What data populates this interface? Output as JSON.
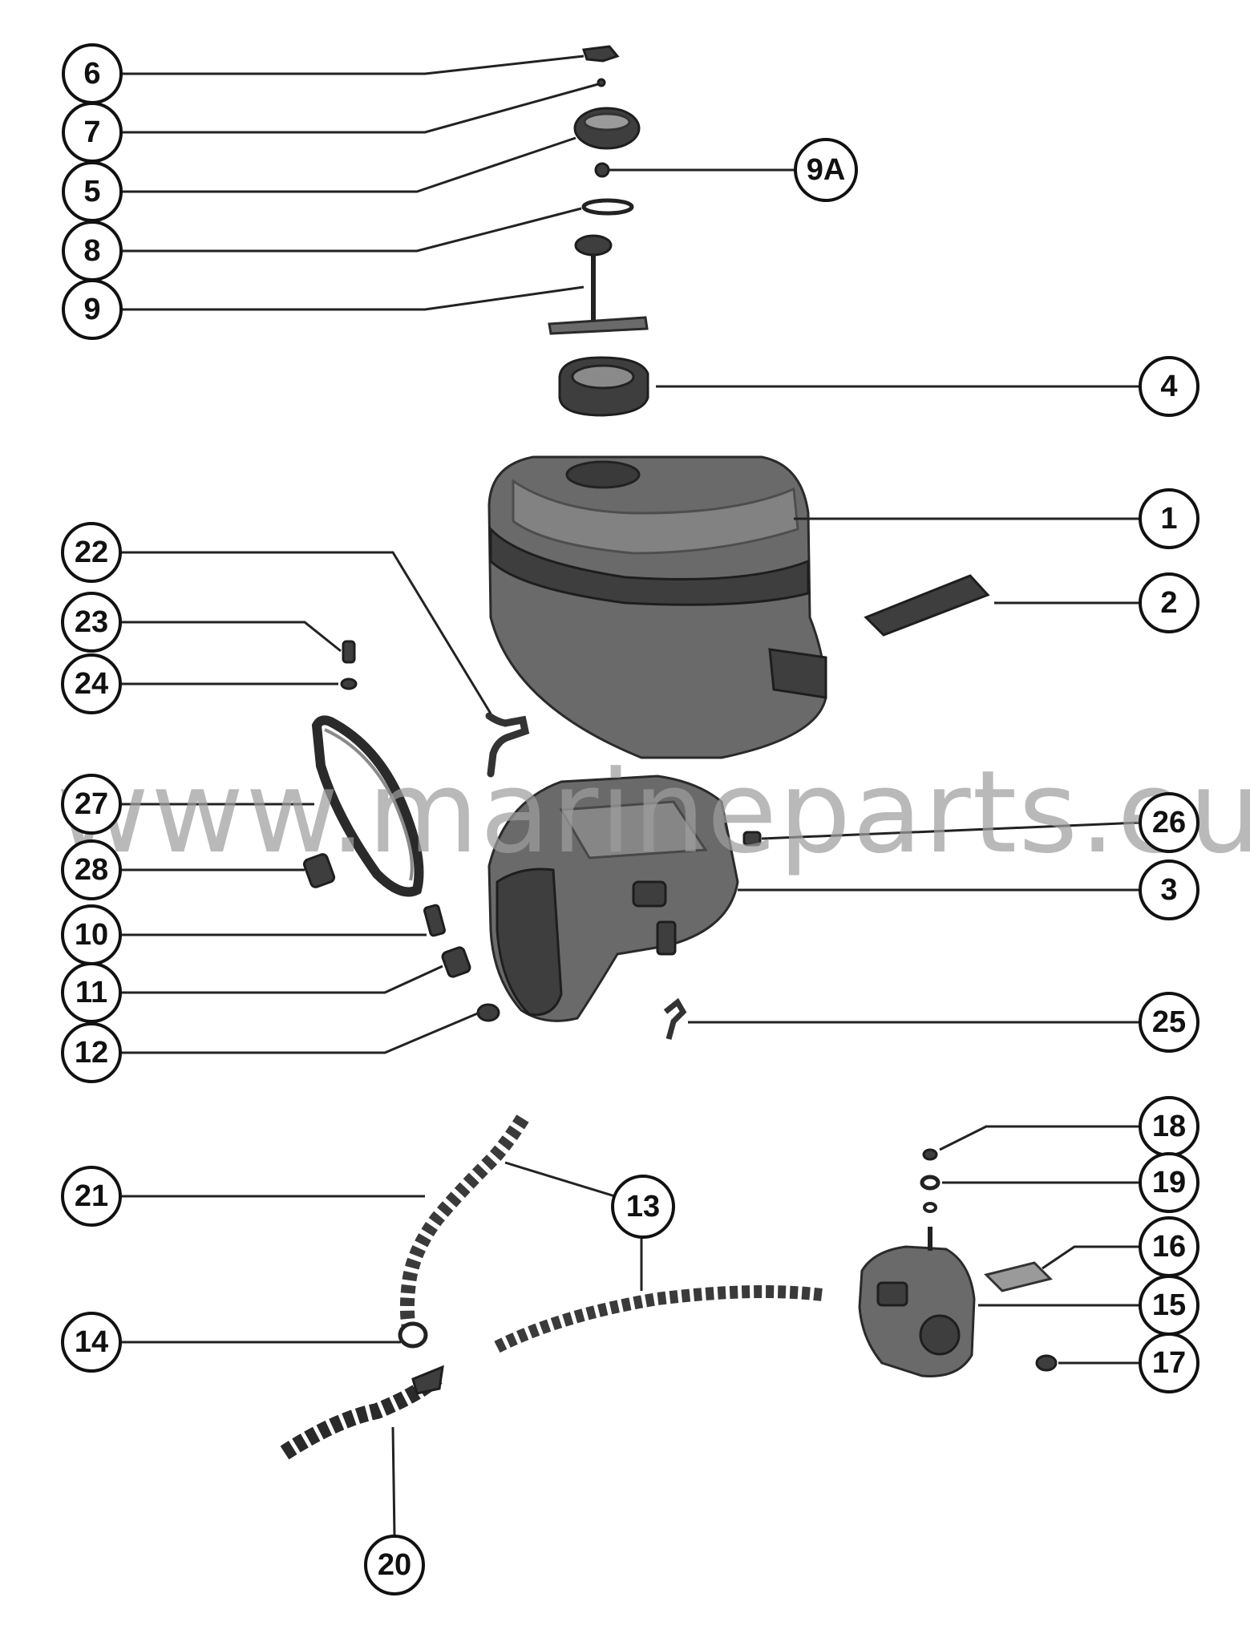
{
  "watermark": "www.marineparts.eu",
  "callouts": [
    "6",
    "7",
    "5",
    "9A",
    "8",
    "9",
    "4",
    "1",
    "2",
    "22",
    "23",
    "24",
    "27",
    "28",
    "10",
    "11",
    "12",
    "26",
    "3",
    "25",
    "21",
    "13",
    "18",
    "19",
    "16",
    "15",
    "14",
    "17",
    "20"
  ]
}
